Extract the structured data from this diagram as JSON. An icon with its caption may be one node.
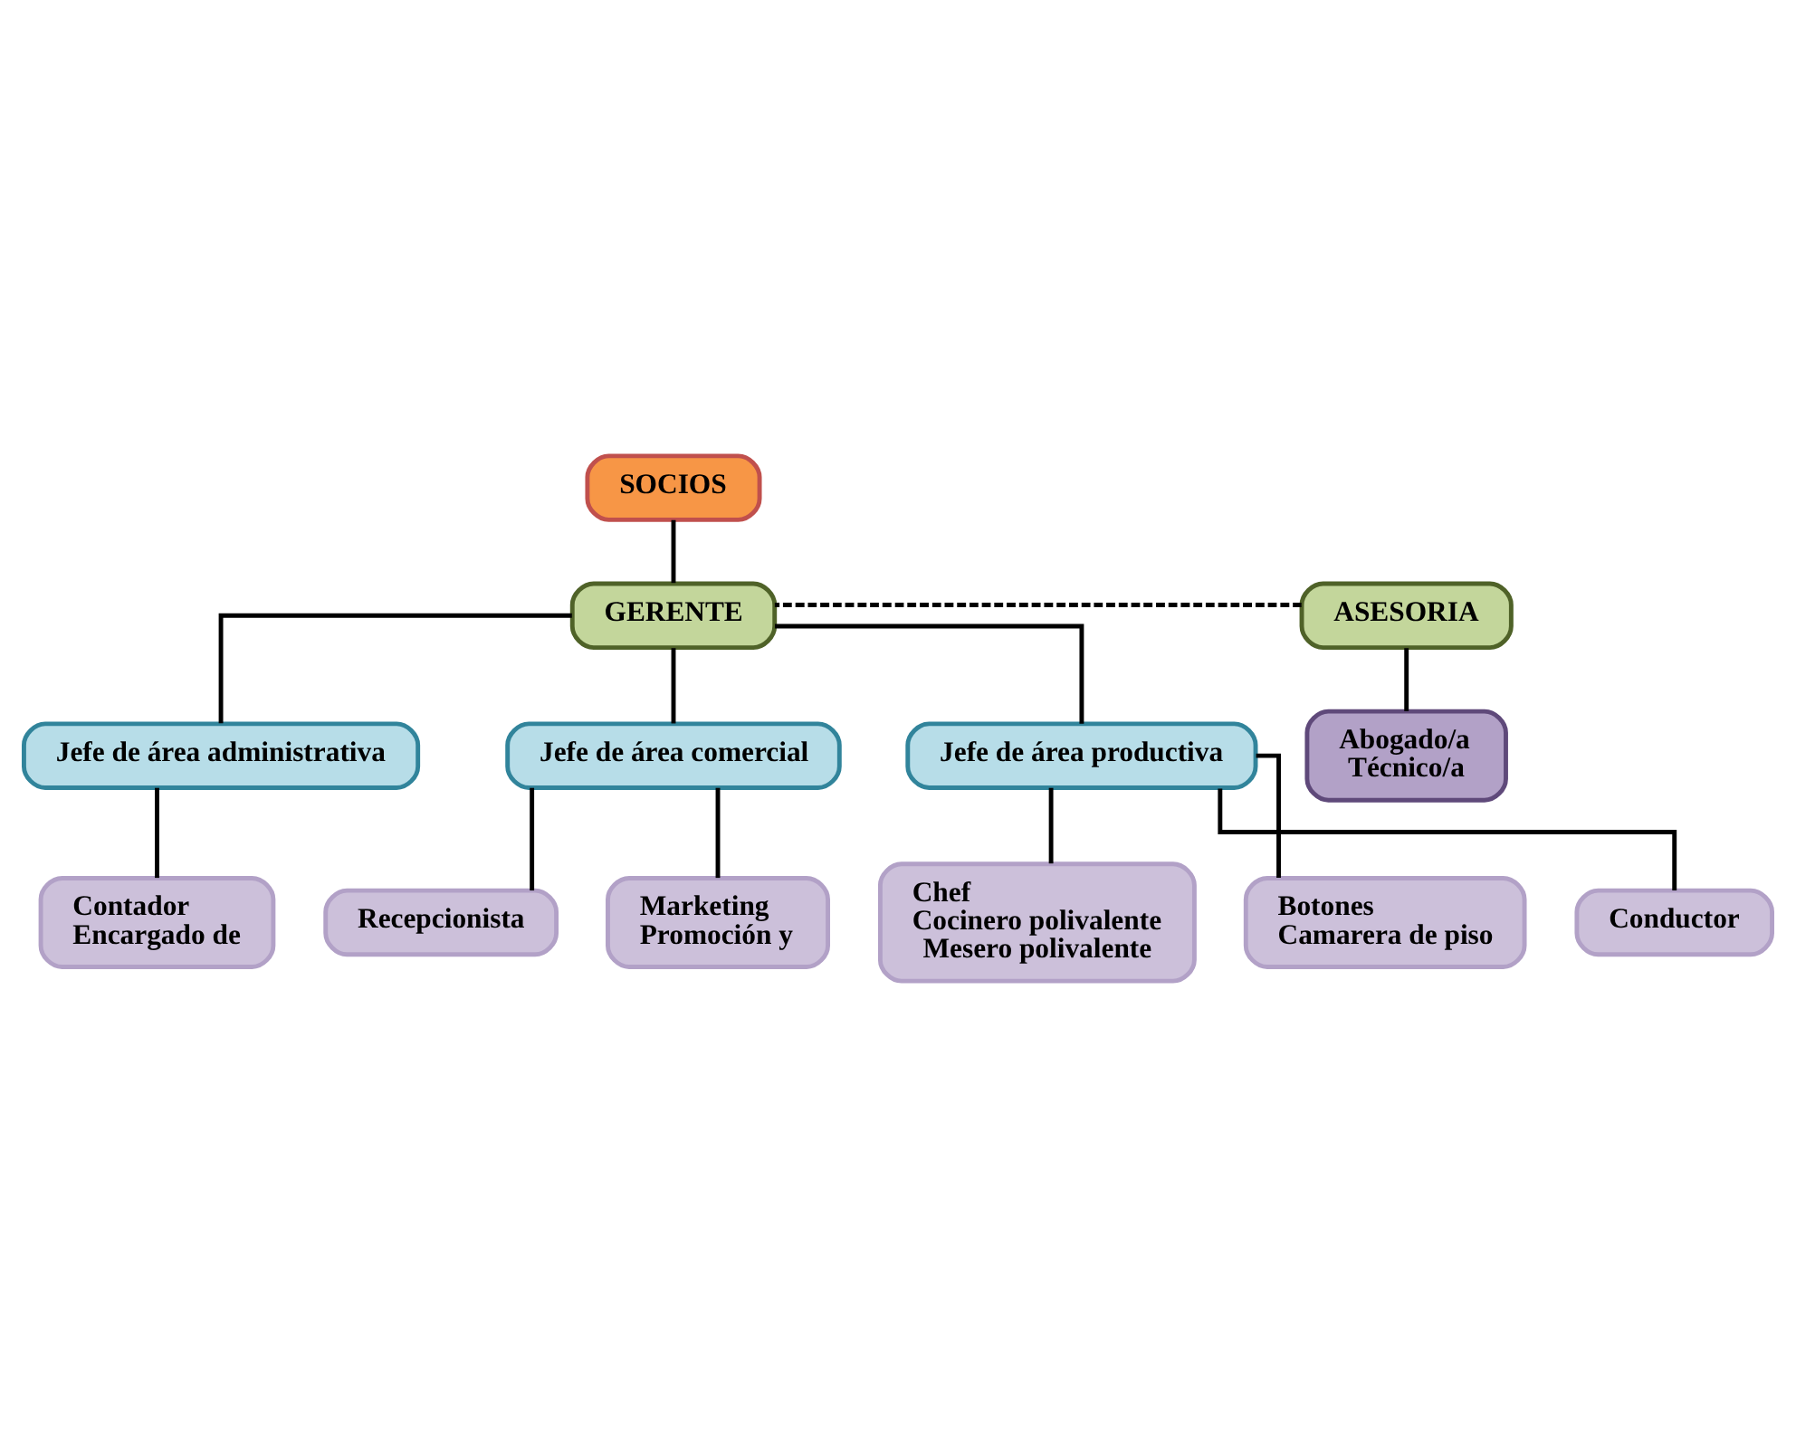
{
  "diagram": {
    "nodes": [
      {
        "text": [
          "SOCIOS"
        ]
      },
      {
        "text": [
          "ASESORIA"
        ]
      },
      {
        "text": [
          "GERENTE"
        ]
      },
      {
        "text": [
          "Abogado/a",
          "Técnico/a"
        ]
      },
      {
        "text": [
          "Jefe de área administrativa"
        ]
      },
      {
        "text": [
          "Contador",
          "Encargado de"
        ]
      },
      {
        "text": [
          "Jefe de área comercial"
        ]
      },
      {
        "text": [
          "Jefe de área productiva"
        ]
      },
      {
        "text": [
          "Recepcionista"
        ]
      },
      {
        "text": [
          "Marketing",
          "Promoción y"
        ]
      },
      {
        "text": [
          "Chef",
          "Cocinero polivalente",
          "Mesero polivalente"
        ]
      },
      {
        "text": [
          "Botones",
          "Camarera de piso"
        ]
      },
      {
        "text": [
          "Conductor"
        ]
      }
    ],
    "edges": [
      {
        "from": 0,
        "to": 2,
        "arrow": "none"
      },
      {
        "from": 1,
        "to": 2,
        "arrow": "none",
        "style": "dashed"
      },
      {
        "from": 1,
        "to": 3,
        "arrow": "none"
      },
      {
        "from": 2,
        "to": 4,
        "arrow": "none"
      },
      {
        "from": 4,
        "to": 5,
        "arrow": "none"
      },
      {
        "from": 2,
        "to": 6,
        "arrow": "none"
      },
      {
        "from": 2,
        "to": 7,
        "arrow": "none"
      },
      {
        "from": 6,
        "to": 8,
        "arrow": "none"
      },
      {
        "from": 6,
        "to": 9,
        "arrow": "none"
      },
      {
        "from": 7,
        "to": 10,
        "arrow": "none"
      },
      {
        "from": 7,
        "to": 11,
        "arrow": "none"
      },
      {
        "from": 7,
        "to": 12,
        "arrow": "none"
      }
    ]
  }
}
